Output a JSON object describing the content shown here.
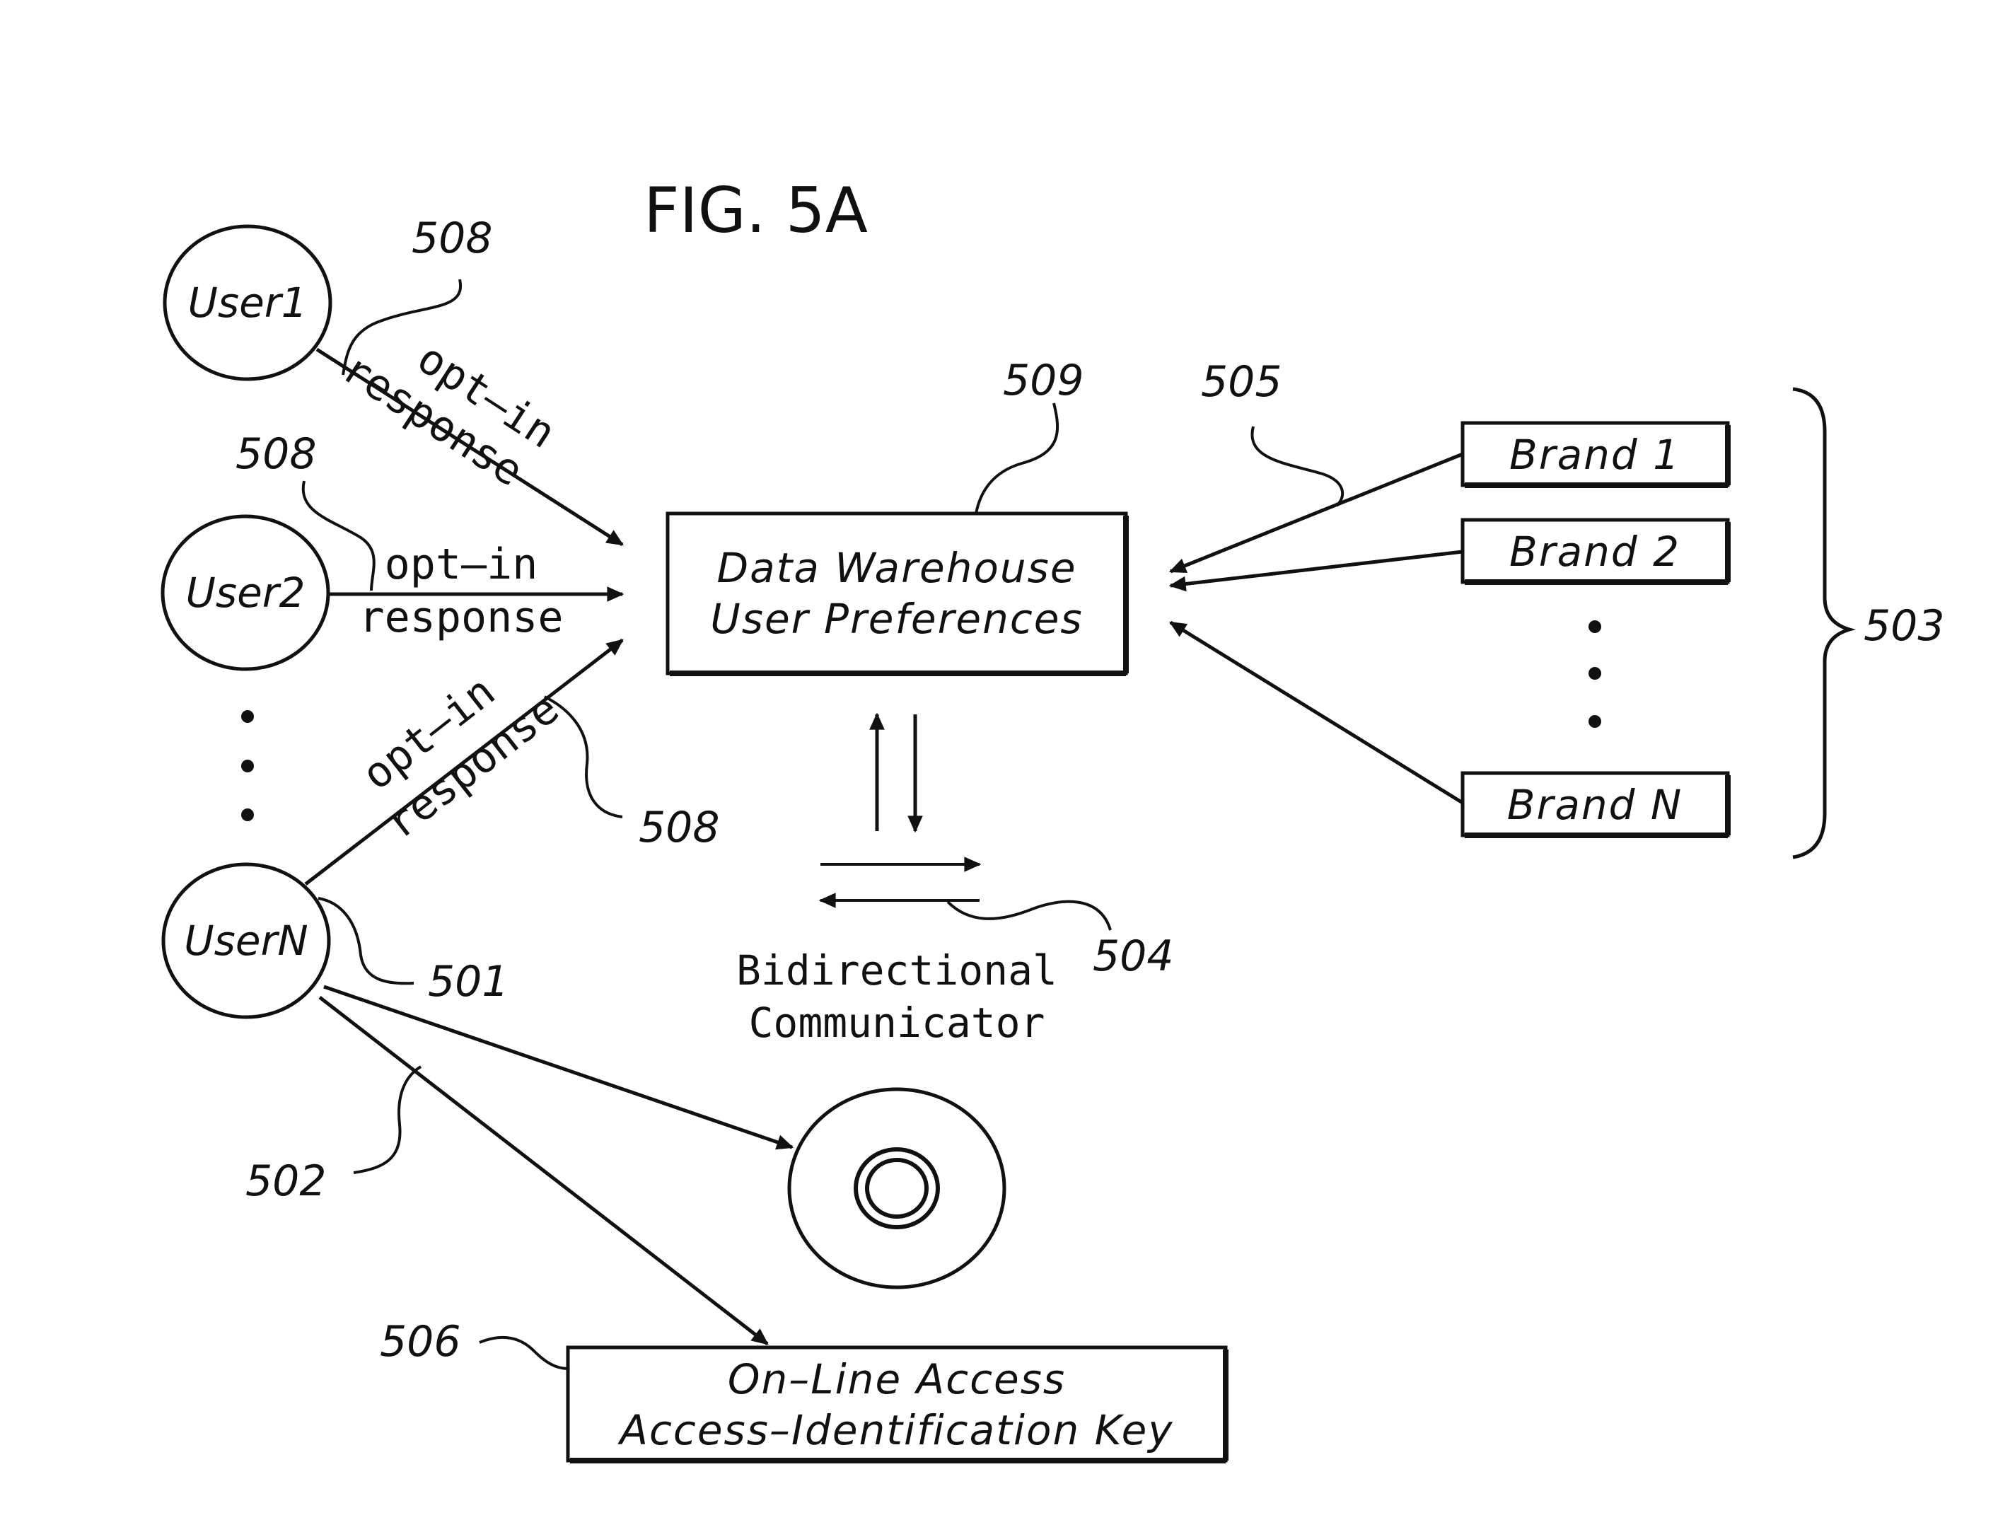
{
  "figure": {
    "title": "FIG. 5A"
  },
  "users": [
    {
      "label": "User1"
    },
    {
      "label": "User2"
    },
    {
      "label": "UserN"
    }
  ],
  "edge_labels": {
    "user1": {
      "line1": "opt–in",
      "line2": "response"
    },
    "user2": {
      "line1": "opt–in",
      "line2": "response"
    },
    "usern": {
      "line1": "opt–in",
      "line2": "response"
    }
  },
  "data_warehouse": {
    "line1": "Data  Warehouse",
    "line2": "User  Preferences"
  },
  "brands": [
    {
      "label": "Brand  1"
    },
    {
      "label": "Brand  2"
    },
    {
      "label": "Brand  N"
    }
  ],
  "communicator": {
    "line1": "Bidirectional",
    "line2": "Communicator"
  },
  "online_box": {
    "line1": "On–Line  Access",
    "line2": "Access–Identification  Key"
  },
  "refs": {
    "r508a": "508",
    "r508b": "508",
    "r508c": "508",
    "r509": "509",
    "r505": "505",
    "r503": "503",
    "r504": "504",
    "r501": "501",
    "r502": "502",
    "r506": "506"
  },
  "colors": {
    "ink": "#111111",
    "paper": "#ffffff"
  }
}
